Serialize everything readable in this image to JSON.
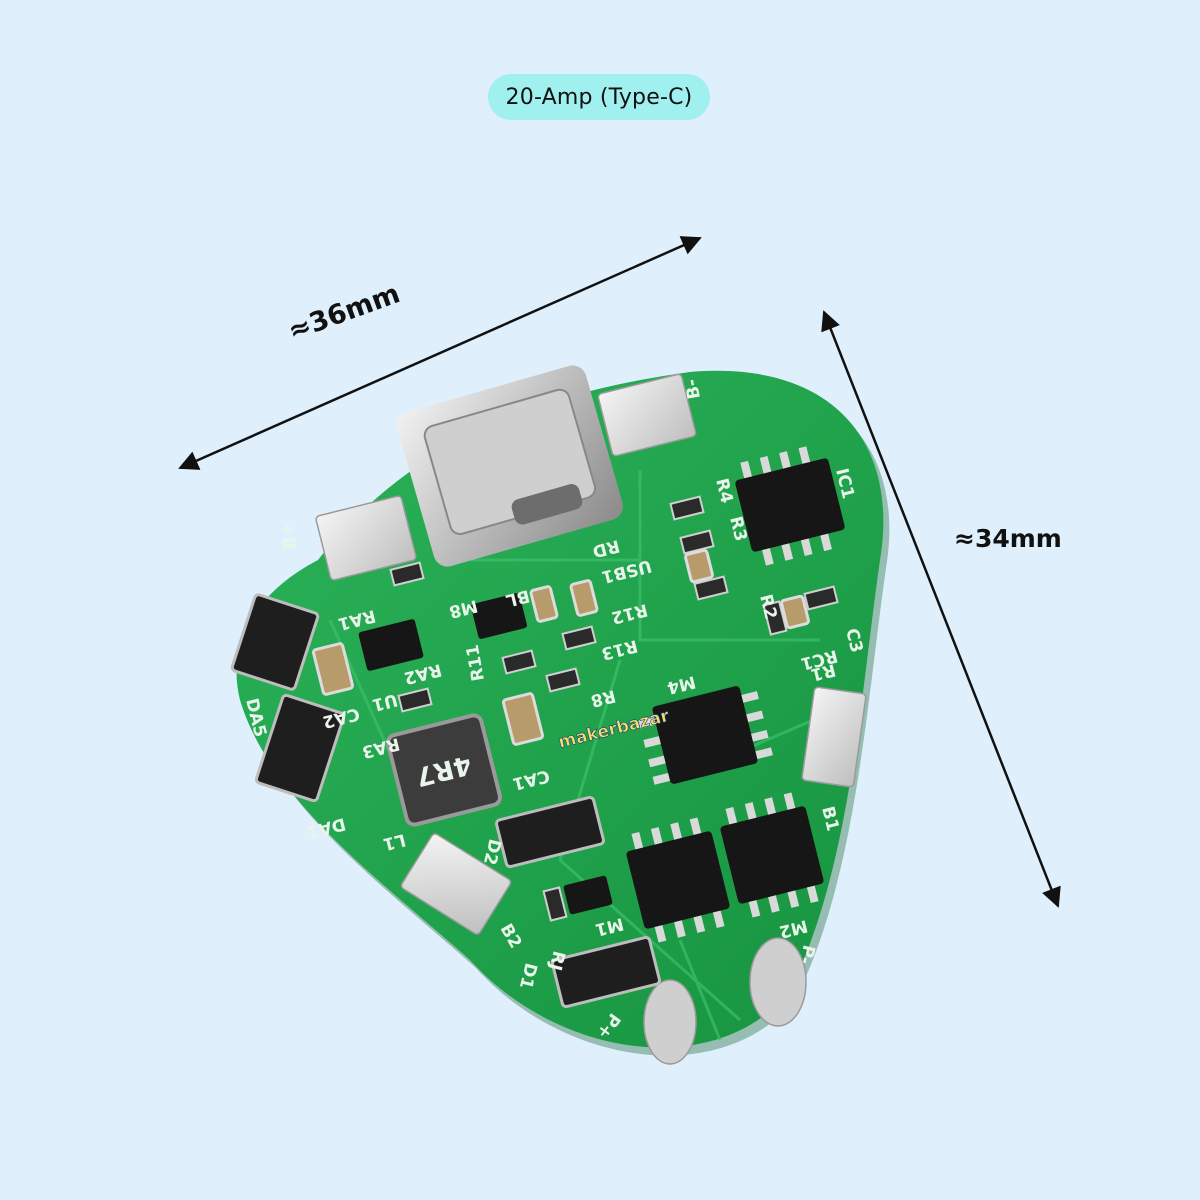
{
  "header": {
    "badge_text": "20-Amp (Type-C)"
  },
  "dimensions": {
    "width_label": "≈36mm",
    "height_label": "≈34mm"
  },
  "board": {
    "logo_text": "makerbazar",
    "inductor_marking": "4R7",
    "silk_labels": [
      "B-",
      "B+",
      "B1",
      "B2",
      "P+",
      "P-",
      "IC1",
      "M1",
      "M2",
      "M4",
      "M8",
      "L1",
      "DA1",
      "D1",
      "D2",
      "CA1",
      "CA2",
      "U1",
      "RA1",
      "RA2",
      "RA3",
      "R1",
      "R2",
      "R3",
      "R4",
      "R8",
      "R11",
      "R12",
      "R13",
      "RJ",
      "C3",
      "RC1",
      "USB1",
      "RD",
      "BL",
      "DA5"
    ]
  },
  "colors": {
    "background": "#dff0fc",
    "badge": "#9ff0ee",
    "pcb": "#1fa34a",
    "pad": "#dcdcdc"
  }
}
